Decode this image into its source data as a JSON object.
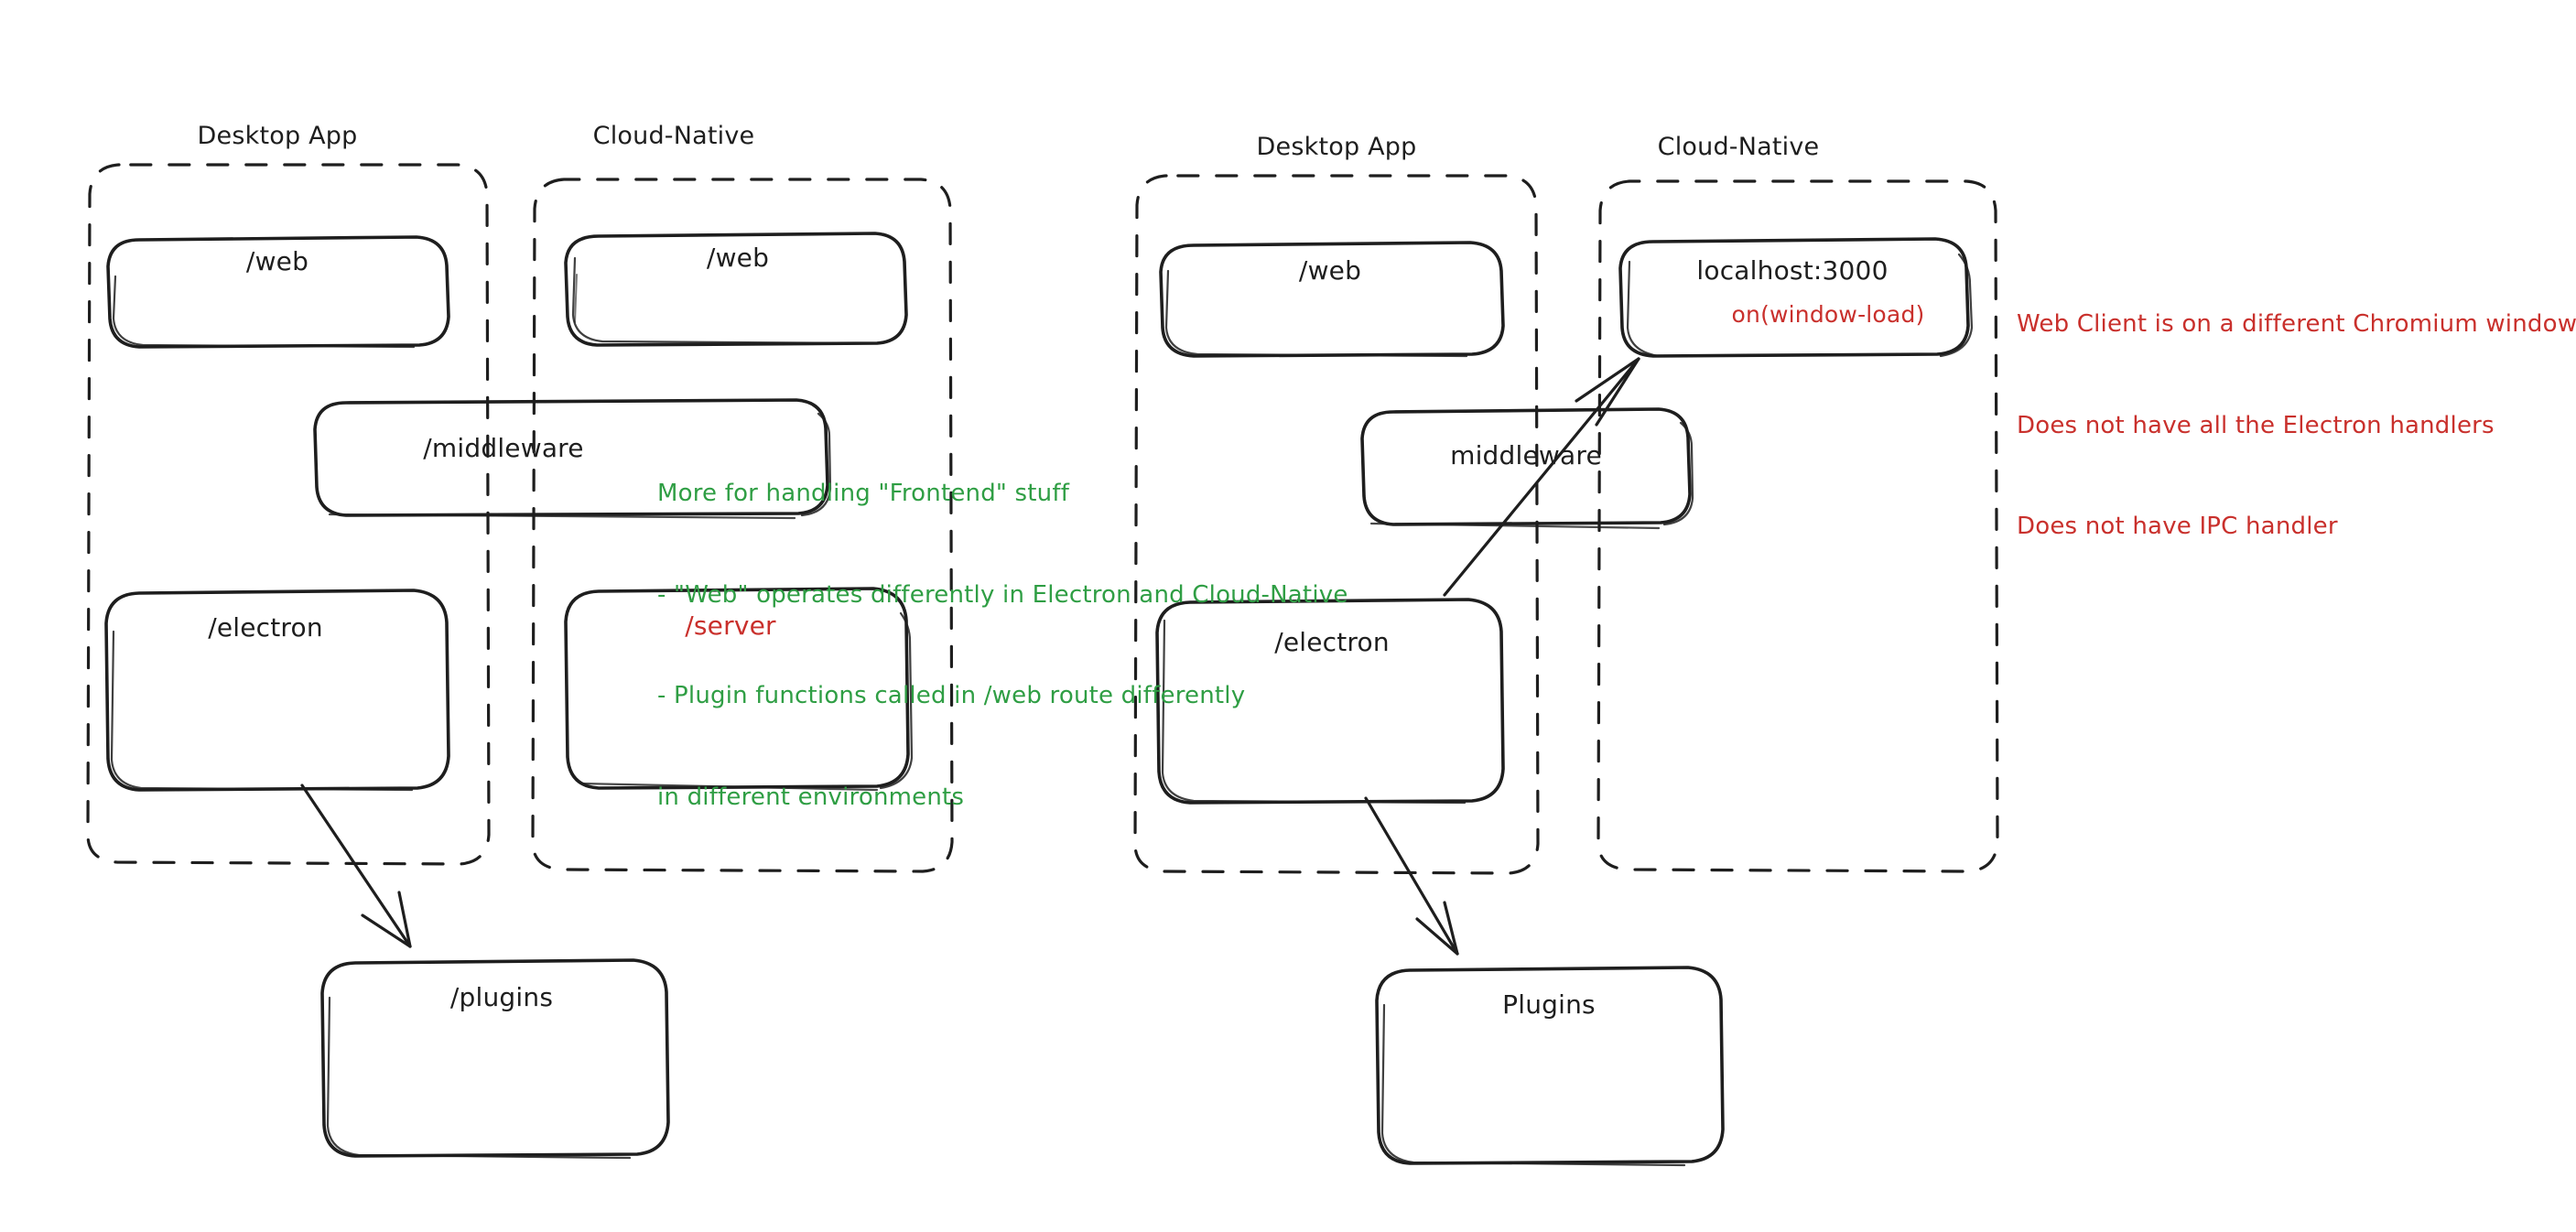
{
  "diagram": {
    "title_left": "Desktop App",
    "title_right": "Cloud-Native",
    "groups": [
      {
        "id": "left-desktop",
        "label": "Desktop App"
      },
      {
        "id": "left-cloud",
        "label": "Cloud-Native"
      },
      {
        "id": "right-desktop",
        "label": "Desktop App"
      },
      {
        "id": "right-cloud",
        "label": "Cloud-Native"
      }
    ],
    "nodes": [
      {
        "id": "l-web",
        "label": "/web",
        "color": "black"
      },
      {
        "id": "l-cloud-web",
        "label": "/web",
        "color": "black"
      },
      {
        "id": "l-middleware",
        "label": "/middleware",
        "color": "black"
      },
      {
        "id": "l-electron",
        "label": "/electron",
        "color": "black"
      },
      {
        "id": "l-server",
        "label": "/server",
        "color": "red"
      },
      {
        "id": "l-plugins",
        "label": "/plugins",
        "color": "black"
      },
      {
        "id": "r-web",
        "label": "/web",
        "color": "black"
      },
      {
        "id": "r-localhost",
        "label": "localhost:3000",
        "color": "black",
        "sublabel": "on(window-load)",
        "sublabel_color": "red"
      },
      {
        "id": "r-middleware",
        "label": "middleware",
        "color": "black"
      },
      {
        "id": "r-electron",
        "label": "/electron",
        "color": "black"
      },
      {
        "id": "r-plugins",
        "label": "Plugins",
        "color": "black"
      }
    ],
    "annotations": {
      "green_note": {
        "color": "#2f9e44",
        "lines": [
          "More for handling \"Frontend\" stuff",
          "- \"Web\" operates differently in Electron and Cloud-Native",
          "- Plugin functions called in /web route differently",
          "in different environments"
        ]
      },
      "red_note": {
        "color": "#c9302c",
        "lines": [
          "Web Client is on a different Chromium window",
          "Does not have all the Electron handlers",
          "Does not have IPC handler"
        ]
      }
    },
    "arrows": [
      {
        "id": "arrow-electron-to-plugins-left",
        "from": "l-electron",
        "to": "l-plugins"
      },
      {
        "id": "arrow-electron-to-plugins-right",
        "from": "r-electron",
        "to": "r-plugins"
      },
      {
        "id": "arrow-electron-to-localhost",
        "from": "r-electron",
        "to": "r-localhost"
      }
    ],
    "colors": {
      "stroke": "#1e1e1e",
      "green": "#2f9e44",
      "red": "#c9302c",
      "background": "#ffffff"
    }
  }
}
